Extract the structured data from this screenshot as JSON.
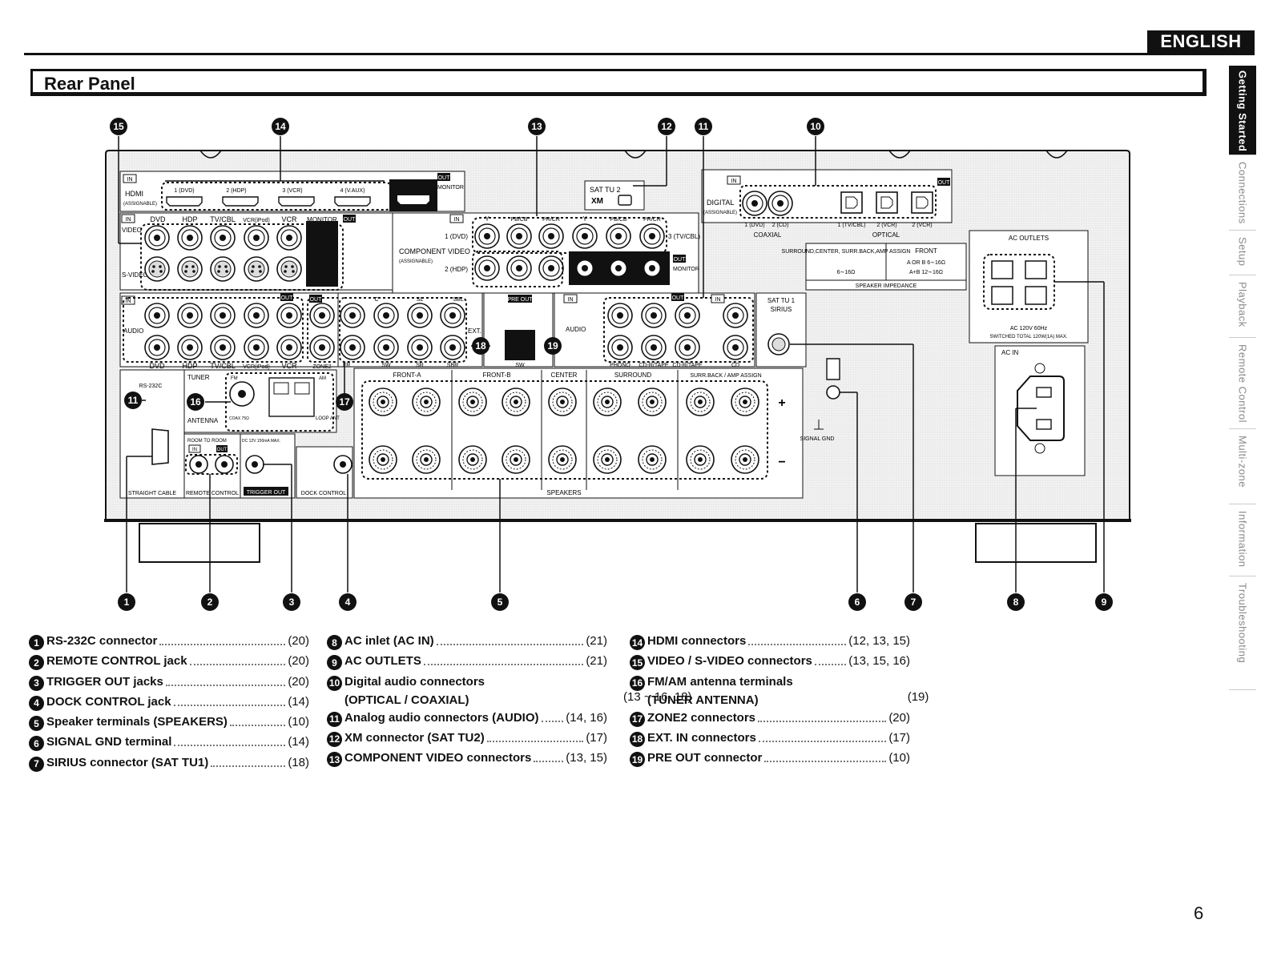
{
  "language_badge": "ENGLISH",
  "section_title": "Rear Panel",
  "side_tabs": [
    {
      "label": "Getting Started",
      "active": true
    },
    {
      "label": "Connections",
      "active": false
    },
    {
      "label": "Setup",
      "active": false
    },
    {
      "label": "Playback",
      "active": false
    },
    {
      "label": "Remote Control",
      "active": false
    },
    {
      "label": "Multi-zone",
      "active": false
    },
    {
      "label": "Information",
      "active": false
    },
    {
      "label": "Troubleshooting",
      "active": false
    }
  ],
  "panel_labels": {
    "in": "IN",
    "out": "OUT",
    "hdmi": "HDMI",
    "assignable": "(ASSIGNABLE)",
    "hdmi_ports": [
      "1 (DVD)",
      "2 (HDP)",
      "3 (VCR)",
      "4 (V.AUX)"
    ],
    "monitor": "MONITOR",
    "video": "VIDEO",
    "s_video": "S-VIDEO",
    "video_inputs": [
      "DVD",
      "HDP",
      "TV/CBL",
      "VCR(iPod)",
      "VCR",
      "MONITOR"
    ],
    "audio": "AUDIO",
    "audio_inputs": [
      "DVD",
      "HDP",
      "TV/CBL",
      "VCR(iPod)",
      "VCR",
      "ZONE2"
    ],
    "rs232c": "RS-232C",
    "tuner": "TUNER",
    "fm": "FM",
    "am": "AM",
    "antenna": "ANTENNA",
    "coax": "COAX 75Ω",
    "loop_ant": "LOOP ANT",
    "room_to_room": "ROOM TO ROOM",
    "dc12v": "DC 12V 150mA MAX.",
    "straight_cable": "STRAIGHT CABLE",
    "remote_control": "REMOTE CONTROL",
    "trigger_out": "TRIGGER OUT",
    "dock_control": "DOCK CONTROL",
    "component_video": "COMPONENT VIDEO",
    "comp_rows": [
      "1 (DVD)",
      "2 (HDP)",
      "3 (TV/CBL)"
    ],
    "comp_cols": [
      "Y",
      "PB/CB",
      "PR/CR"
    ],
    "sat_tu2": "SAT TU 2",
    "xm": "XM",
    "pre_out": "PRE OUT",
    "sw": "SW",
    "ext_in": "EXT. IN",
    "ext_in_cols": [
      "FR",
      "SW",
      "SR",
      "SBR",
      "C",
      "SL",
      "SBL"
    ],
    "phono": "PHONO",
    "cd_r_tape": "CD-R/TAPE",
    "cd": "CD",
    "sat_tu1": "SAT TU 1",
    "sirius": "SIRIUS",
    "digital": "DIGITAL",
    "digital_ports": [
      "1 (DVD)",
      "2 (CD)",
      "1 (TV/CBL)",
      "2 (VCR)",
      "2 (VCR)"
    ],
    "coaxial": "COAXIAL",
    "optical": "OPTICAL",
    "impedance_left": "SURROUND,CENTER, SURR.BACK,AMP ASSIGN",
    "impedance_left_val": "6∼16Ω",
    "impedance_front": "FRONT",
    "impedance_front_vals": [
      "A OR B  6∼16Ω",
      "A+B   12∼16Ω"
    ],
    "speaker_impedance": "SPEAKER IMPEDANCE",
    "ac_outlets": "AC OUTLETS",
    "ac_rating": "AC 120V 60Hz",
    "switched_total": "SWITCHED TOTAL 120W(1A) MAX.",
    "ac_in": "AC IN",
    "speaker_groups": [
      "FRONT-A",
      "FRONT-B",
      "CENTER",
      "SURROUND",
      "SURR.BACK / AMP ASSIGN"
    ],
    "speakers": "SPEAKERS",
    "signal_gnd": "SIGNAL GND",
    "plus": "+",
    "minus": "−"
  },
  "callouts_top": [
    "15",
    "14",
    "13",
    "12",
    "11",
    "10"
  ],
  "callouts_bottom": [
    "1",
    "2",
    "3",
    "4",
    "5",
    "6",
    "7",
    "8",
    "9"
  ],
  "callouts_inside": [
    "11",
    "16",
    "17",
    "18",
    "19"
  ],
  "legend": [
    {
      "num": "1",
      "label": "RS-232C connector",
      "pages": "(20)"
    },
    {
      "num": "2",
      "label": "REMOTE CONTROL jack",
      "pages": "(20)"
    },
    {
      "num": "3",
      "label": "TRIGGER OUT jacks",
      "pages": "(20)"
    },
    {
      "num": "4",
      "label": "DOCK CONTROL jack",
      "pages": "(14)"
    },
    {
      "num": "5",
      "label": "Speaker terminals (SPEAKERS)",
      "pages": "(10)"
    },
    {
      "num": "6",
      "label": "SIGNAL GND terminal",
      "pages": "(14)"
    },
    {
      "num": "7",
      "label": "SIRIUS connector (SAT TU1)",
      "pages": "(18)"
    },
    {
      "num": "8",
      "label": "AC inlet (AC IN)",
      "pages": "(21)"
    },
    {
      "num": "9",
      "label": "AC OUTLETS",
      "pages": "(21)"
    },
    {
      "num": "10",
      "label": "Digital audio connectors",
      "label2": "(OPTICAL / COAXIAL)",
      "pages": "(13 ~ 16, 18)"
    },
    {
      "num": "11",
      "label": "Analog audio connectors (AUDIO)",
      "pages": "(14, 16)"
    },
    {
      "num": "12",
      "label": "XM connector (SAT TU2)",
      "pages": "(17)"
    },
    {
      "num": "13",
      "label": "COMPONENT VIDEO connectors",
      "pages": "(13, 15)"
    },
    {
      "num": "14",
      "label": "HDMI connectors",
      "pages": "(12, 13, 15)"
    },
    {
      "num": "15",
      "label": "VIDEO / S-VIDEO connectors",
      "pages": "(13, 15, 16)"
    },
    {
      "num": "16",
      "label": "FM/AM antenna terminals",
      "label2": "(TUNER ANTENNA)",
      "pages": "(19)"
    },
    {
      "num": "17",
      "label": "ZONE2 connectors",
      "pages": "(20)"
    },
    {
      "num": "18",
      "label": "EXT. IN connectors",
      "pages": "(17)"
    },
    {
      "num": "19",
      "label": "PRE OUT connector",
      "pages": "(10)"
    }
  ],
  "page_number": "6"
}
